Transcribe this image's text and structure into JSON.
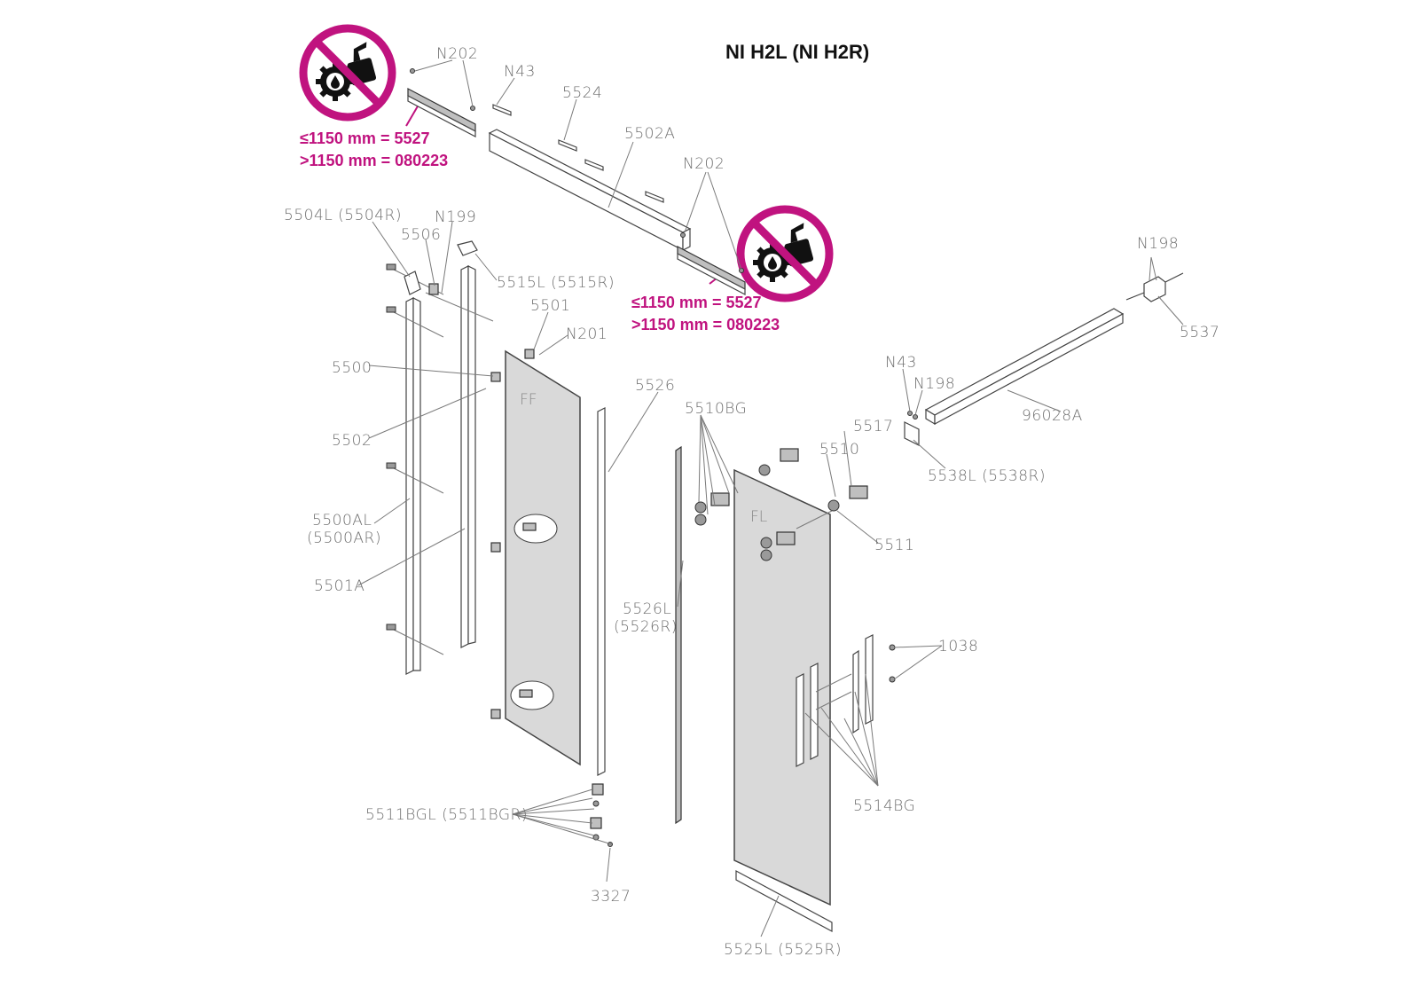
{
  "title": "NI H2L (NI H2R)",
  "warning_icon": "no-lubricant-prohibition-icon",
  "colors": {
    "warning": "#c0137f",
    "line": "#444444",
    "glass": "#d9d9d9",
    "label": "#6e6e6e"
  },
  "notes": {
    "left": {
      "line1": "≤1150 mm = 5527",
      "line2": ">1150 mm = 080223"
    },
    "right": {
      "line1": "≤1150 mm = 5527",
      "line2": ">1150 mm = 080223"
    }
  },
  "panels": {
    "fixed": "FF",
    "sliding": "FL"
  },
  "labels": {
    "n202_top": "N202",
    "n43_top": "N43",
    "p5524": "5524",
    "p5502a": "5502A",
    "n202_right": "N202",
    "p5504l": "5504L (5504R)",
    "n199": "N199",
    "p5506": "5506",
    "p5515l": "5515L (5515R)",
    "p5501": "5501",
    "n201": "N201",
    "p5500": "5500",
    "p5502": "5502",
    "p5500al_1": "5500AL",
    "p5500al_2": "(5500AR)",
    "p5501a": "5501A",
    "p5526": "5526",
    "p5510bg": "5510BG",
    "p5510": "5510",
    "p5517": "5517",
    "p5511": "5511",
    "p5526l_1": "5526L",
    "p5526l_2": "(5526R)",
    "p1038": "1038",
    "p5514bg": "5514BG",
    "p5511bgl": "5511BGL (5511BGR)",
    "p3327": "3327",
    "p5525l": "5525L (5525R)",
    "n198_top": "N198",
    "p5537": "5537",
    "n43_mid": "N43",
    "n198_mid": "N198",
    "p96028a": "96028A",
    "p5538l": "5538L (5538R)"
  }
}
